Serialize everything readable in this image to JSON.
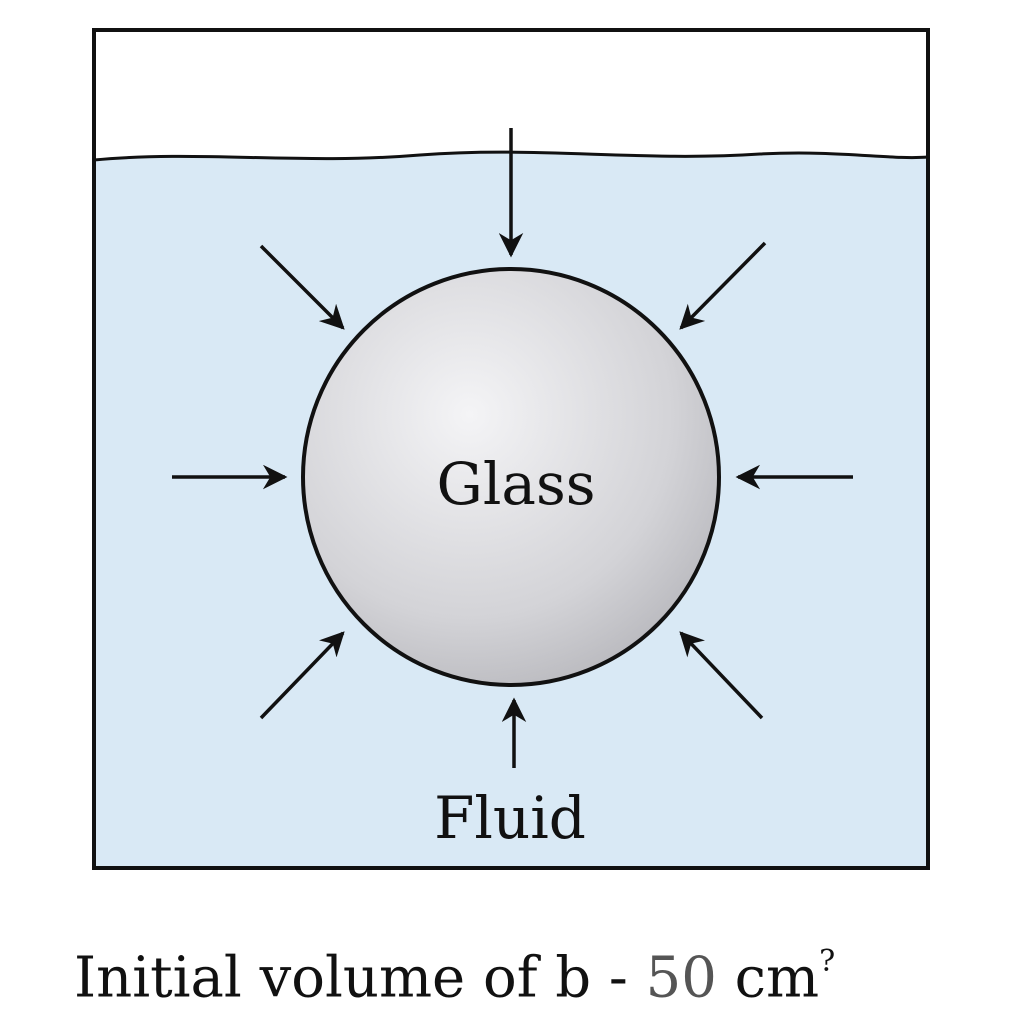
{
  "diagram": {
    "sphere_label": "Glass",
    "fluid_label": "Fluid",
    "caption": {
      "text": "Initial volume of b - ",
      "value": "50",
      "unit": "cm",
      "superscript": "?"
    },
    "colors": {
      "fluid": "#d9e9f5",
      "outline": "#111111",
      "sphere_light": "#f2f2f4",
      "sphere_dark": "#bdbdc2",
      "arrow": "#111111"
    },
    "arrow_count": 8
  }
}
